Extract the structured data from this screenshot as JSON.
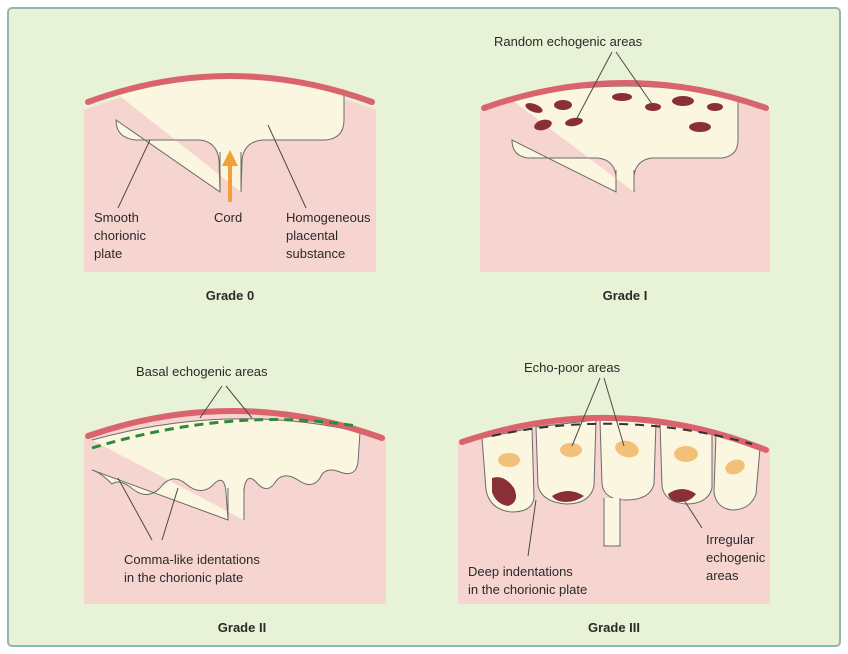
{
  "colors": {
    "frame_background": "#e8f2d6",
    "panel_background": "#f6d4cf",
    "chorionic_plate": "#d9646d",
    "placental_substance": "#fbf6df",
    "echogenic_spots": "#8a2f37",
    "cord_arrow": "#f2a13a",
    "basal_dashes": "#2f8a3a",
    "echo_poor_spots": "#f3c07a"
  },
  "grade0": {
    "caption": "Grade 0",
    "label_smooth": [
      "Smooth",
      "chorionic",
      "plate"
    ],
    "label_cord": "Cord",
    "label_homogeneous": [
      "Homogeneous",
      "placental",
      "substance"
    ]
  },
  "grade1": {
    "caption": "Grade I",
    "label_random": "Random echogenic areas"
  },
  "grade2": {
    "caption": "Grade II",
    "label_basal": "Basal echogenic areas",
    "label_comma": [
      "Comma-like identations",
      "in the chorionic plate"
    ]
  },
  "grade3": {
    "caption": "Grade III",
    "label_echo_poor": "Echo-poor areas",
    "label_deep": [
      "Deep indentations",
      "in the chorionic plate"
    ],
    "label_irregular": [
      "Irregular",
      "echogenic",
      "areas"
    ]
  }
}
